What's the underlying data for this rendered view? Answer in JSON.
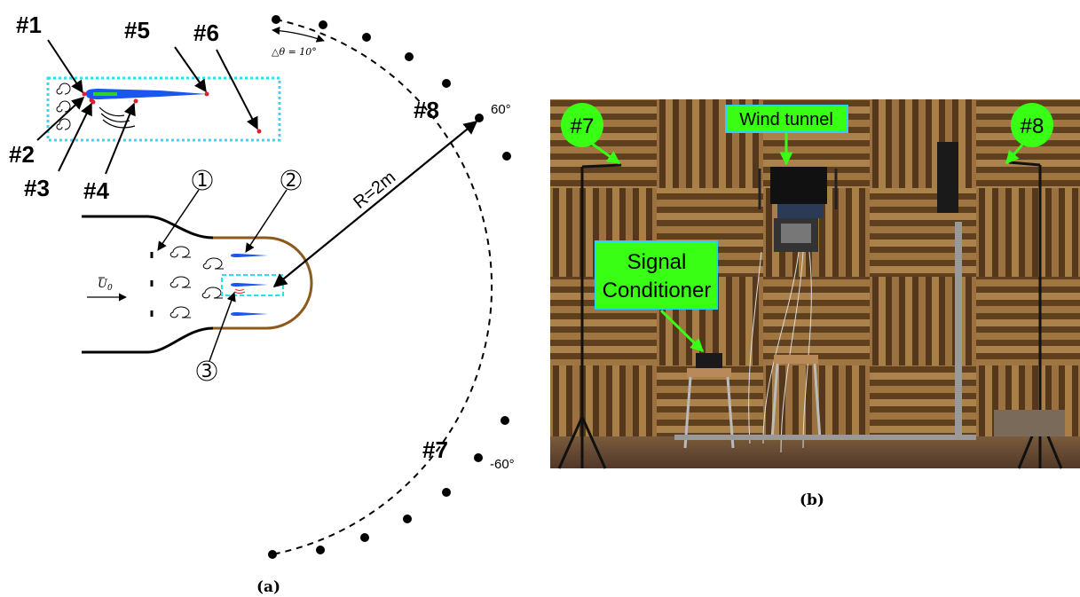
{
  "panel_a": {
    "caption": "(a)",
    "probe_labels": {
      "p1": "#1",
      "p2": "#2",
      "p3": "#3",
      "p4": "#4",
      "p5": "#5",
      "p6": "#6",
      "p7": "#7",
      "p8": "#8"
    },
    "numbered_markers": {
      "m1": "1",
      "m2": "2",
      "m3": "3"
    },
    "inflow_label": "U",
    "inflow_subscript": "0",
    "radius_label": "R=2m",
    "delta_theta_label": "△θ = 10°",
    "angle_top": "60°",
    "angle_bottom": "-60°",
    "colors": {
      "airfoil": "#1a56f0",
      "nozzle_wall": "#8b5a1c",
      "zoom_box": "#29e0f0",
      "probe_point": "#e0202a",
      "trip_strip": "#34d02a"
    }
  },
  "panel_b": {
    "caption": "(b)",
    "tags": {
      "probe7": "#7",
      "probe8": "#8",
      "wind_tunnel": "Wind tunnel",
      "signal_line1": "Signal",
      "signal_line2": "Conditioner"
    },
    "colors": {
      "tag_fill": "#39ff14",
      "tag_border": "#29d0ff"
    }
  }
}
